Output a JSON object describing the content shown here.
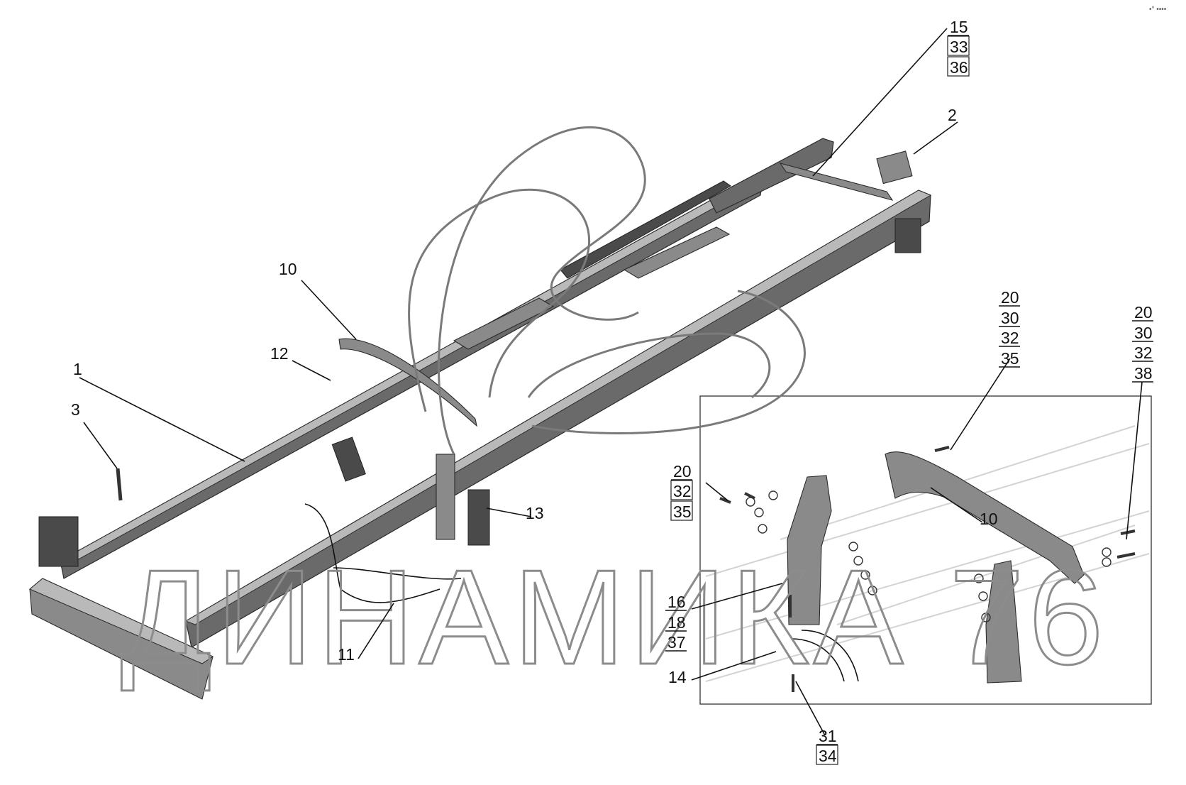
{
  "watermark": "ДИНАМИКА 76",
  "corner_mark": "•° ••••",
  "callouts": {
    "c1": "1",
    "c2": "2",
    "c3": "3",
    "c10a": "10",
    "c10b": "10",
    "c11": "11",
    "c12": "12",
    "c13": "13",
    "c14": "14",
    "g15": [
      "15",
      "33",
      "36"
    ],
    "g20a": [
      "20",
      "30",
      "32",
      "35"
    ],
    "g20b": [
      "20",
      "30",
      "32",
      "38"
    ],
    "g20c": [
      "20",
      "32",
      "35"
    ],
    "g16": [
      "16",
      "18",
      "37"
    ],
    "g31": [
      "31",
      "34"
    ]
  }
}
